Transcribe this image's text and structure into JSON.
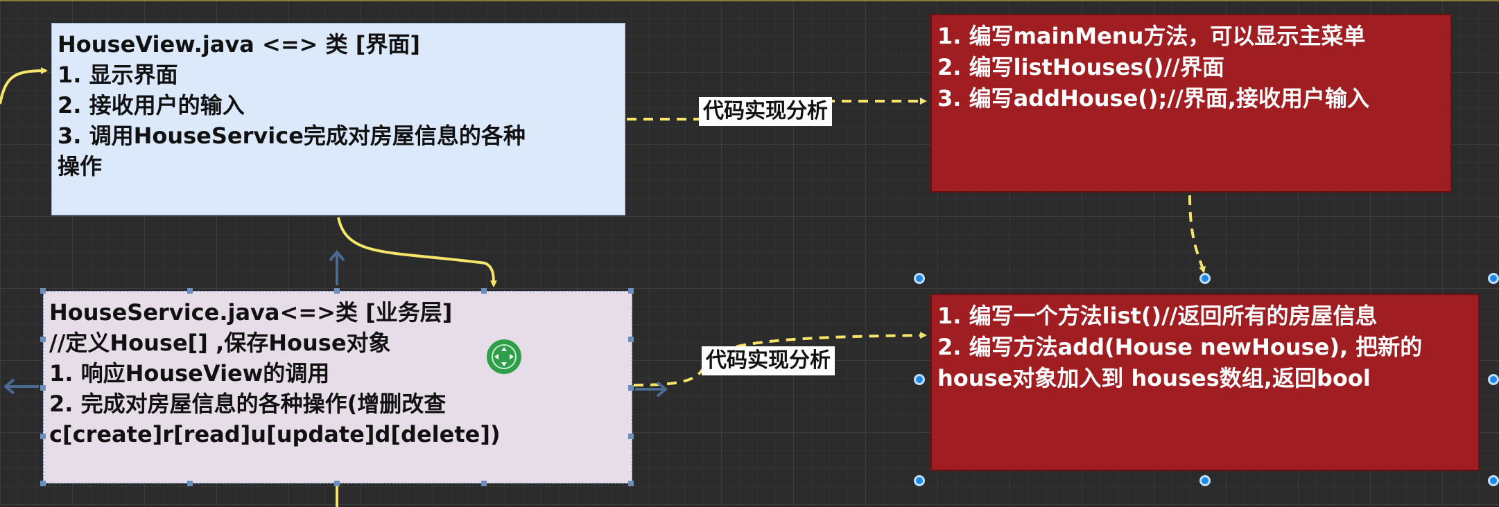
{
  "house_view": {
    "title": "HouseView.java <=> 类 [界面]",
    "items": [
      "1. 显示界面",
      "2. 接收用户的输入",
      "3. 调用HouseService完成对房屋信息的各种",
      "操作"
    ]
  },
  "house_service": {
    "title": "HouseService.java<=>类 [业务层]",
    "items": [
      "//定义House[] ,保存House对象",
      "1. 响应HouseView的调用",
      "2. 完成对房屋信息的各种操作(增删改查",
      "c[create]r[read]u[update]d[delete])"
    ]
  },
  "view_todo": {
    "items": [
      "1. 编写mainMenu方法，可以显示主菜单",
      "2. 编写listHouses()//界面",
      "3. 编写addHouse();//界面,接收用户输入"
    ]
  },
  "service_todo": {
    "items": [
      "1. 编写一个方法list()//返回所有的房屋信息",
      "2. 编写方法add(House newHouse), 把新的",
      "house对象加入到 houses数组,返回bool"
    ]
  },
  "edges": {
    "label_1": "代码实现分析",
    "label_2": "代码实现分析"
  },
  "colors": {
    "canvas": "#2b2b2b",
    "view_fill": "#dbe9fb",
    "service_fill": "#e6dde9",
    "todo_fill": "#a01d22",
    "arrow": "#f5e66b",
    "handle": "#1e88e5"
  },
  "icons": [
    "move-icon",
    "selection-handle"
  ]
}
